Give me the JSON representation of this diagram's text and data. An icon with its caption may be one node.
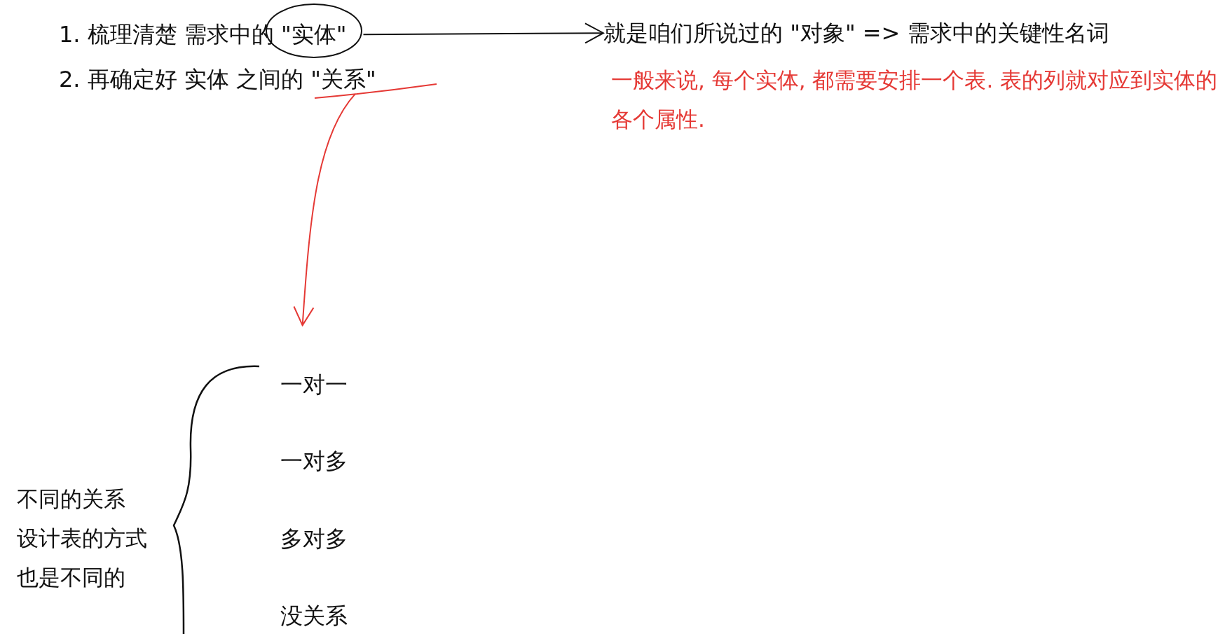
{
  "diagram": {
    "nodes": [
      {
        "text": [
          "1. 梳理清楚 需求中的 \"实体\""
        ]
      },
      {
        "text": [
          "2. 再确定好 实体 之间的 \"关系\""
        ]
      },
      {
        "text": [
          "就是咱们所说过的 \"对象\" => 需求中的关键性名词"
        ]
      }
    ],
    "edges": [
      {
        "from": 0,
        "to": 2,
        "arrow": "to"
      },
      {
        "from": 1,
        "to": null,
        "arrow": "to",
        "color": "#e53935"
      }
    ],
    "labels": [
      "一般来说, 每个实体, 都需要安排一个表. 表的列就对应到实体的各个属性.",
      "一对一",
      "一对多",
      "不同的关系",
      "设计表的方式",
      "多对多",
      "也是不同的",
      "没关系"
    ]
  }
}
